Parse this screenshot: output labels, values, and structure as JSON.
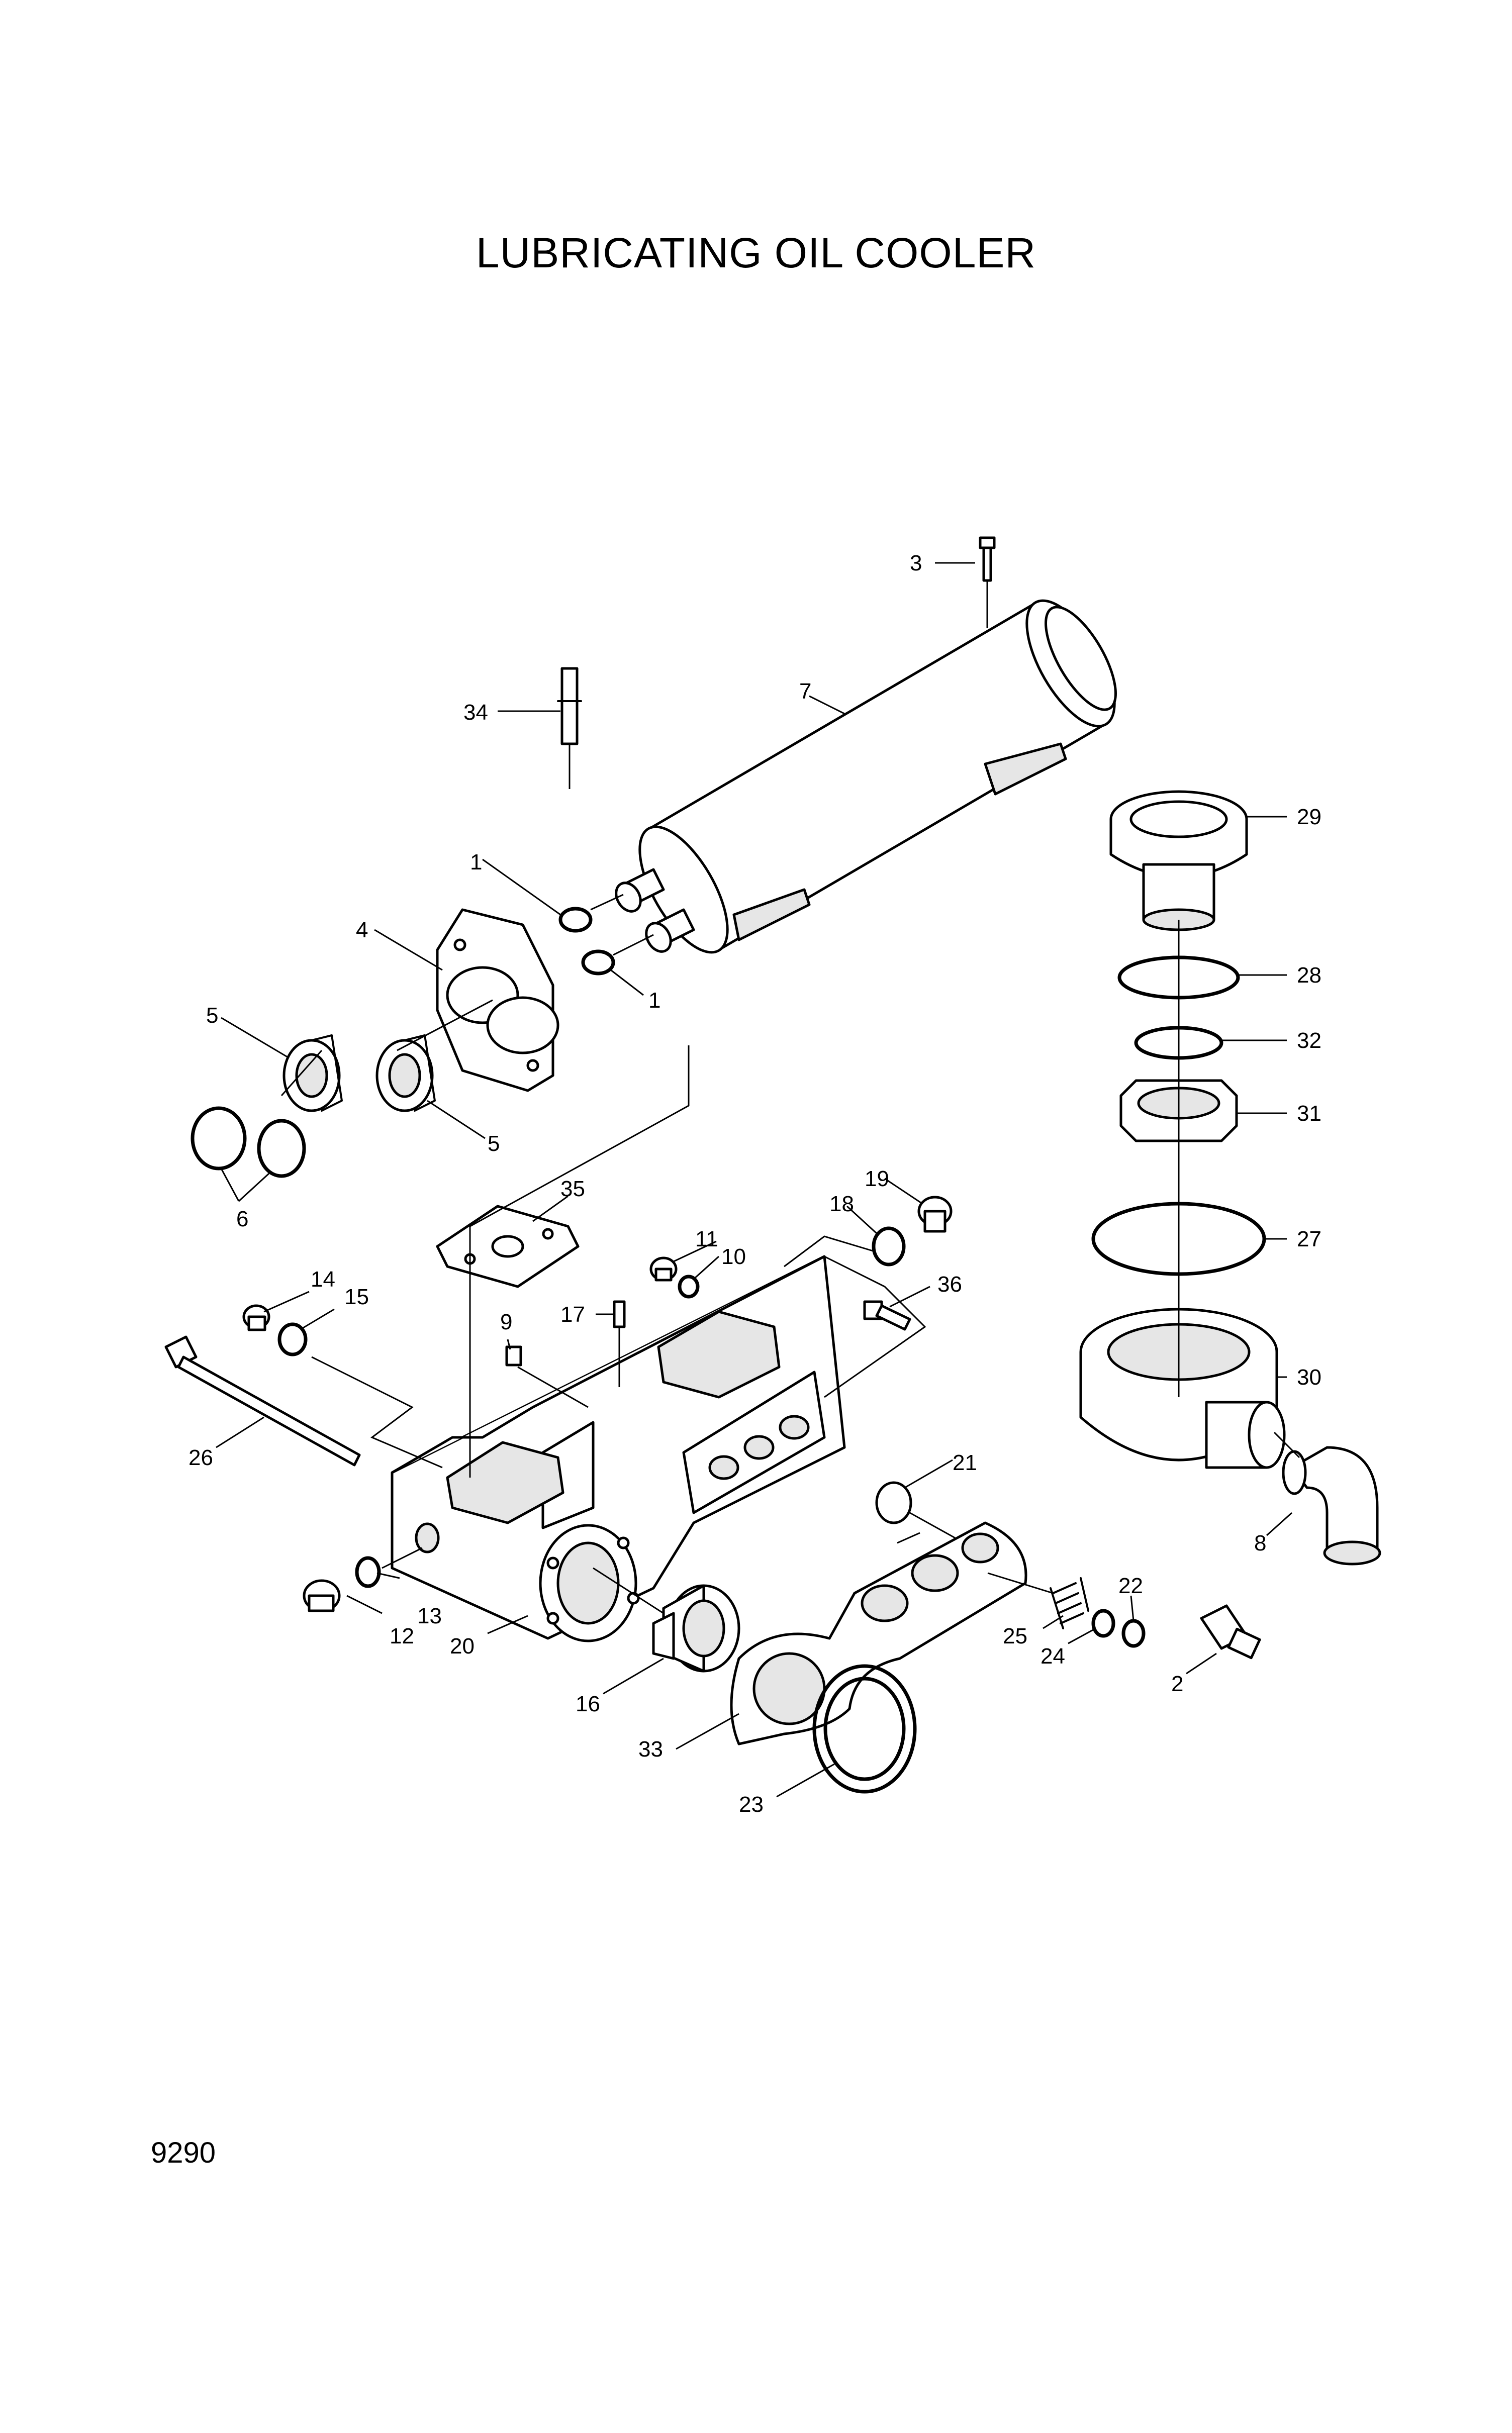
{
  "document": {
    "title": "LUBRICATING OIL COOLER",
    "page_number": "9290"
  },
  "callouts": [
    "1",
    "1",
    "2",
    "3",
    "4",
    "5",
    "5",
    "6",
    "7",
    "8",
    "9",
    "10",
    "11",
    "12",
    "13",
    "14",
    "15",
    "16",
    "17",
    "18",
    "19",
    "20",
    "21",
    "22",
    "23",
    "24",
    "25",
    "26",
    "27",
    "28",
    "29",
    "30",
    "31",
    "32",
    "33",
    "34",
    "35",
    "36"
  ]
}
